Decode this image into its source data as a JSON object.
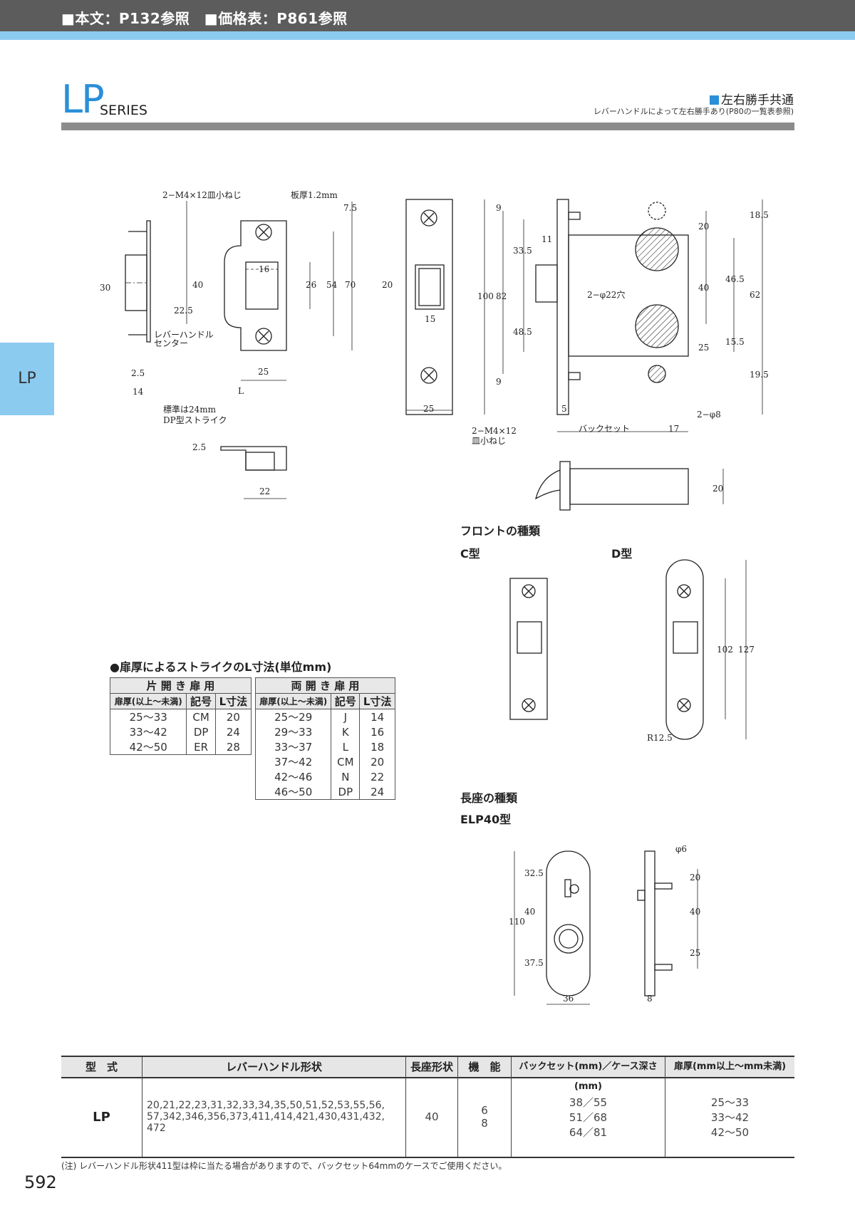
{
  "header": {
    "text": "■本文：P132参照　■価格表：P861参照"
  },
  "series": {
    "big": "LP",
    "small": "SERIES"
  },
  "hand": {
    "tag": "左右勝手共通",
    "note": "レバーハンドルによって左右勝手あり(P80の一覧表参照)"
  },
  "side_tab": {
    "label": "LP"
  },
  "drawing_labels": {
    "screw_strike": "2−M4×12皿小ねじ",
    "plate_thickness": "板厚1.2mm",
    "lever_center": "レバーハンドル",
    "lever_center2": "センター",
    "std_strike1": "標準は24mm",
    "std_strike2": "DP型ストライク",
    "screw_front1": "2−M4×12",
    "screw_front2": "皿小ねじ",
    "hole22": "2−φ22穴",
    "hole8": "2−φ8",
    "backset": "バックセット",
    "L": "L",
    "r125": "R12.5"
  },
  "dims": {
    "d30": "30",
    "d22_5": "22.5",
    "d2_5": "2.5",
    "d14": "14",
    "d40": "40",
    "d16": "16",
    "d26": "26",
    "d54": "54",
    "d70": "70",
    "d7_5": "7.5",
    "d25": "25",
    "d20": "20",
    "d15": "15",
    "d100": "100",
    "d82": "82",
    "d9": "9",
    "d33_5": "33.5",
    "d11": "11",
    "d48_5": "48.5",
    "d18_5": "18.5",
    "d46_5": "46.5",
    "d62": "62",
    "d15_5": "15.5",
    "d19_5": "19.5",
    "d5": "5",
    "d17": "17",
    "d22": "22",
    "d102": "102",
    "d127": "127",
    "d110": "110",
    "d32_5": "32.5",
    "d37_5": "37.5",
    "d36": "36",
    "d8": "8",
    "d6": "φ6"
  },
  "front_section": {
    "title": "フロントの種類",
    "c_type": "C型",
    "d_type": "D型"
  },
  "plate_section": {
    "title": "長座の種類",
    "elp": "ELP40型"
  },
  "strike_table": {
    "title": "●扉厚によるストライクのL寸法(単位mm)",
    "single": {
      "caption": "片 開 き 扉 用",
      "headers": [
        "扉厚(以上〜未満)",
        "記号",
        "L寸法"
      ],
      "rows": [
        [
          "25〜33",
          "CM",
          "20"
        ],
        [
          "33〜42",
          "DP",
          "24"
        ],
        [
          "42〜50",
          "ER",
          "28"
        ]
      ]
    },
    "double": {
      "caption": "両 開 き 扉 用",
      "headers": [
        "扉厚(以上〜未満)",
        "記号",
        "L寸法"
      ],
      "rows": [
        [
          "25〜29",
          "J",
          "14"
        ],
        [
          "29〜33",
          "K",
          "16"
        ],
        [
          "33〜37",
          "L",
          "18"
        ],
        [
          "37〜42",
          "CM",
          "20"
        ],
        [
          "42〜46",
          "N",
          "22"
        ],
        [
          "46〜50",
          "DP",
          "24"
        ]
      ]
    }
  },
  "bottom_table": {
    "headers": [
      "型　式",
      "レバーハンドル形状",
      "長座形状",
      "機　能",
      "バックセット(mm)／ケース深さ(mm)",
      "扉厚(mm以上〜mm未満)"
    ],
    "row": {
      "model": "LP",
      "handles": "20,21,22,23,31,32,33,34,35,50,51,52,53,55,56, 57,342,346,356,373,411,414,421,430,431,432, 472",
      "plate": "40",
      "function_1": "6",
      "function_2": "8",
      "backset_1": "38／55",
      "backset_2": "51／68",
      "backset_3": "64／81",
      "thick_1": "25〜33",
      "thick_2": "33〜42",
      "thick_3": "42〜50"
    }
  },
  "footnote": "(注) レバーハンドル形状411型は枠に当たる場合がありますので、バックセット64mmのケースでご使用ください。",
  "page_number": "592"
}
